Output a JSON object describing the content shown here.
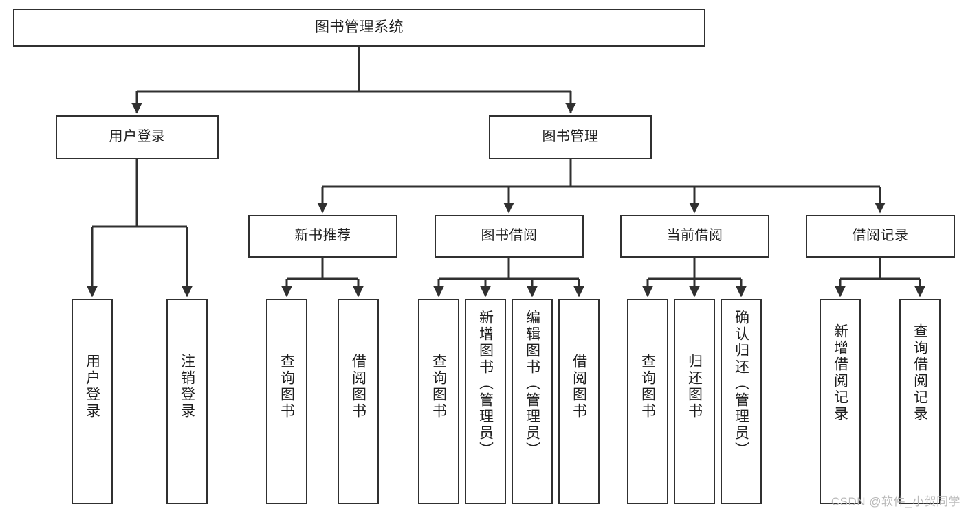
{
  "diagram": {
    "type": "tree-hierarchy",
    "title": "图书管理系统",
    "watermark": "CSDN @软件_小贺同学",
    "colors": {
      "box_border": "#303030",
      "box_fill": "#ffffff",
      "connector": "#303030",
      "text": "#1f1f1f",
      "watermark": "#b9b9b9"
    },
    "levels": {
      "root": {
        "label": "图书管理系统"
      },
      "level2": [
        {
          "label": "用户登录"
        },
        {
          "label": "图书管理"
        }
      ],
      "level3": [
        {
          "label": "新书推荐"
        },
        {
          "label": "图书借阅"
        },
        {
          "label": "当前借阅"
        },
        {
          "label": "借阅记录"
        }
      ],
      "leaves": [
        {
          "label": "用户登录",
          "parent": "用户登录"
        },
        {
          "label": "注销登录",
          "parent": "用户登录"
        },
        {
          "label": "查询图书",
          "parent": "新书推荐"
        },
        {
          "label": "借阅图书",
          "parent": "新书推荐"
        },
        {
          "label": "查询图书",
          "parent": "图书借阅"
        },
        {
          "label": "新增图书（管理员）",
          "parent": "图书借阅"
        },
        {
          "label": "编辑图书（管理员）",
          "parent": "图书借阅"
        },
        {
          "label": "借阅图书",
          "parent": "图书借阅"
        },
        {
          "label": "查询图书",
          "parent": "当前借阅"
        },
        {
          "label": "归还图书",
          "parent": "当前借阅"
        },
        {
          "label": "确认归还（管理员）",
          "parent": "当前借阅"
        },
        {
          "label": "新增借阅记录",
          "parent": "借阅记录"
        },
        {
          "label": "查询借阅记录",
          "parent": "借阅记录"
        }
      ]
    }
  }
}
